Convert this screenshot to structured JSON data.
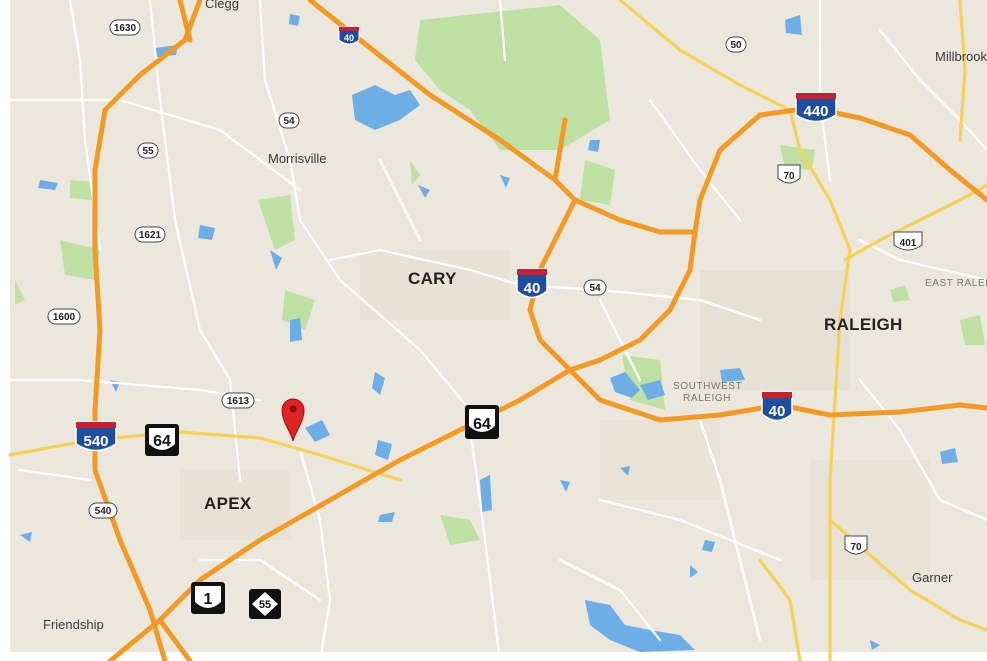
{
  "map": {
    "places": {
      "clegg": "Clegg",
      "millbrook": "Millbrook",
      "morrisville": "Morrisville",
      "cary": "CARY",
      "raleigh": "RALEIGH",
      "east_raleigh": "EAST RALEIG",
      "southwest_raleigh_1": "SOUTHWEST",
      "southwest_raleigh_2": "RALEIGH",
      "apex": "APEX",
      "friendship": "Friendship",
      "garner": "Garner"
    },
    "shields": {
      "i40_top": "40",
      "i40_cary": "40",
      "i40_raleigh": "40",
      "i440": "440",
      "i540": "540",
      "us64_west": "64",
      "us64_east": "64",
      "us1": "1",
      "nc55": "55",
      "us70_north": "70",
      "us70_south": "70",
      "us401": "401",
      "sr50": "50",
      "sr54_north": "54",
      "sr54_cary": "54",
      "sr55_west": "55",
      "sr1630": "1630",
      "sr1621": "1621",
      "sr1600": "1600",
      "sr1613": "1613",
      "sr540_small": "540"
    },
    "marker": {
      "icon": "map-pin-icon",
      "color": "#e02424"
    },
    "colors": {
      "land": "#ece7dc",
      "water": "#6eaee6",
      "park": "#bfe0a3",
      "interstate": "#f39a24",
      "highway": "#f5d257",
      "local_road": "#ffffff",
      "interstate_shield_blue": "#1f4f9c",
      "interstate_shield_red": "#c8202f"
    }
  }
}
